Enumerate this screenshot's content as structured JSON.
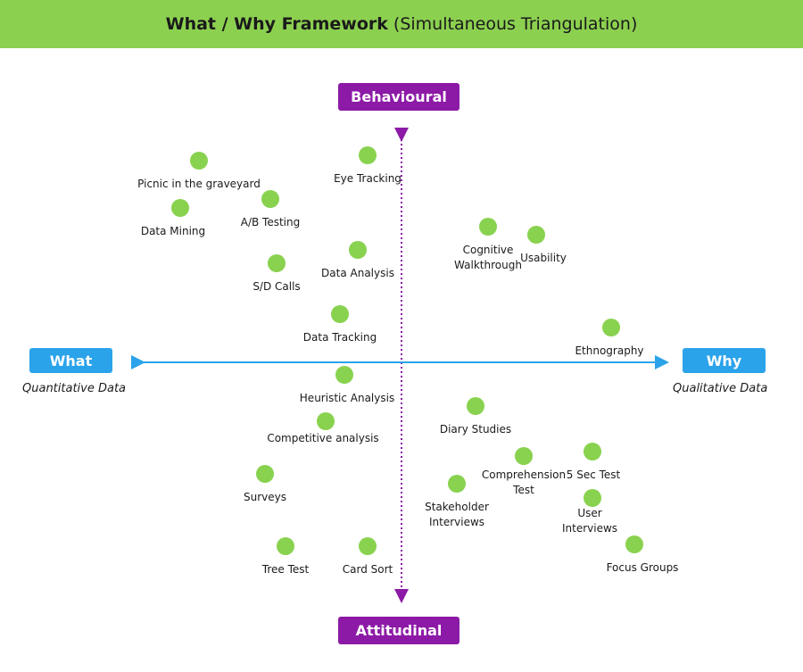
{
  "header": {
    "title": "What / Why Framework",
    "subtitle": "(Simultaneous Triangulation)"
  },
  "axes": {
    "top": "Behavioural",
    "bottom": "Attitudinal",
    "left": "What",
    "left_sub": "Quantitative Data",
    "right": "Why",
    "right_sub": "Qualitative Data"
  },
  "methods": [
    "Picnic in the graveyard",
    "Data Mining",
    "A/B Testing",
    "Eye Tracking",
    "Data Analysis",
    "S/D Calls",
    "Data Tracking",
    "Cognitive Walkthrough",
    "Usability",
    "Ethnography",
    "Heuristic Analysis",
    "Competitive analysis",
    "Surveys",
    "Tree Test",
    "Card Sort",
    "Diary Studies",
    "Comprehension Test",
    "5 Sec Test",
    "Stakeholder Interviews",
    "User Interviews",
    "Focus Groups"
  ],
  "colors": {
    "header_bg": "#8cd050",
    "purple": "#8c1aa6",
    "blue": "#2aa3ea",
    "dot": "#89d24f"
  }
}
